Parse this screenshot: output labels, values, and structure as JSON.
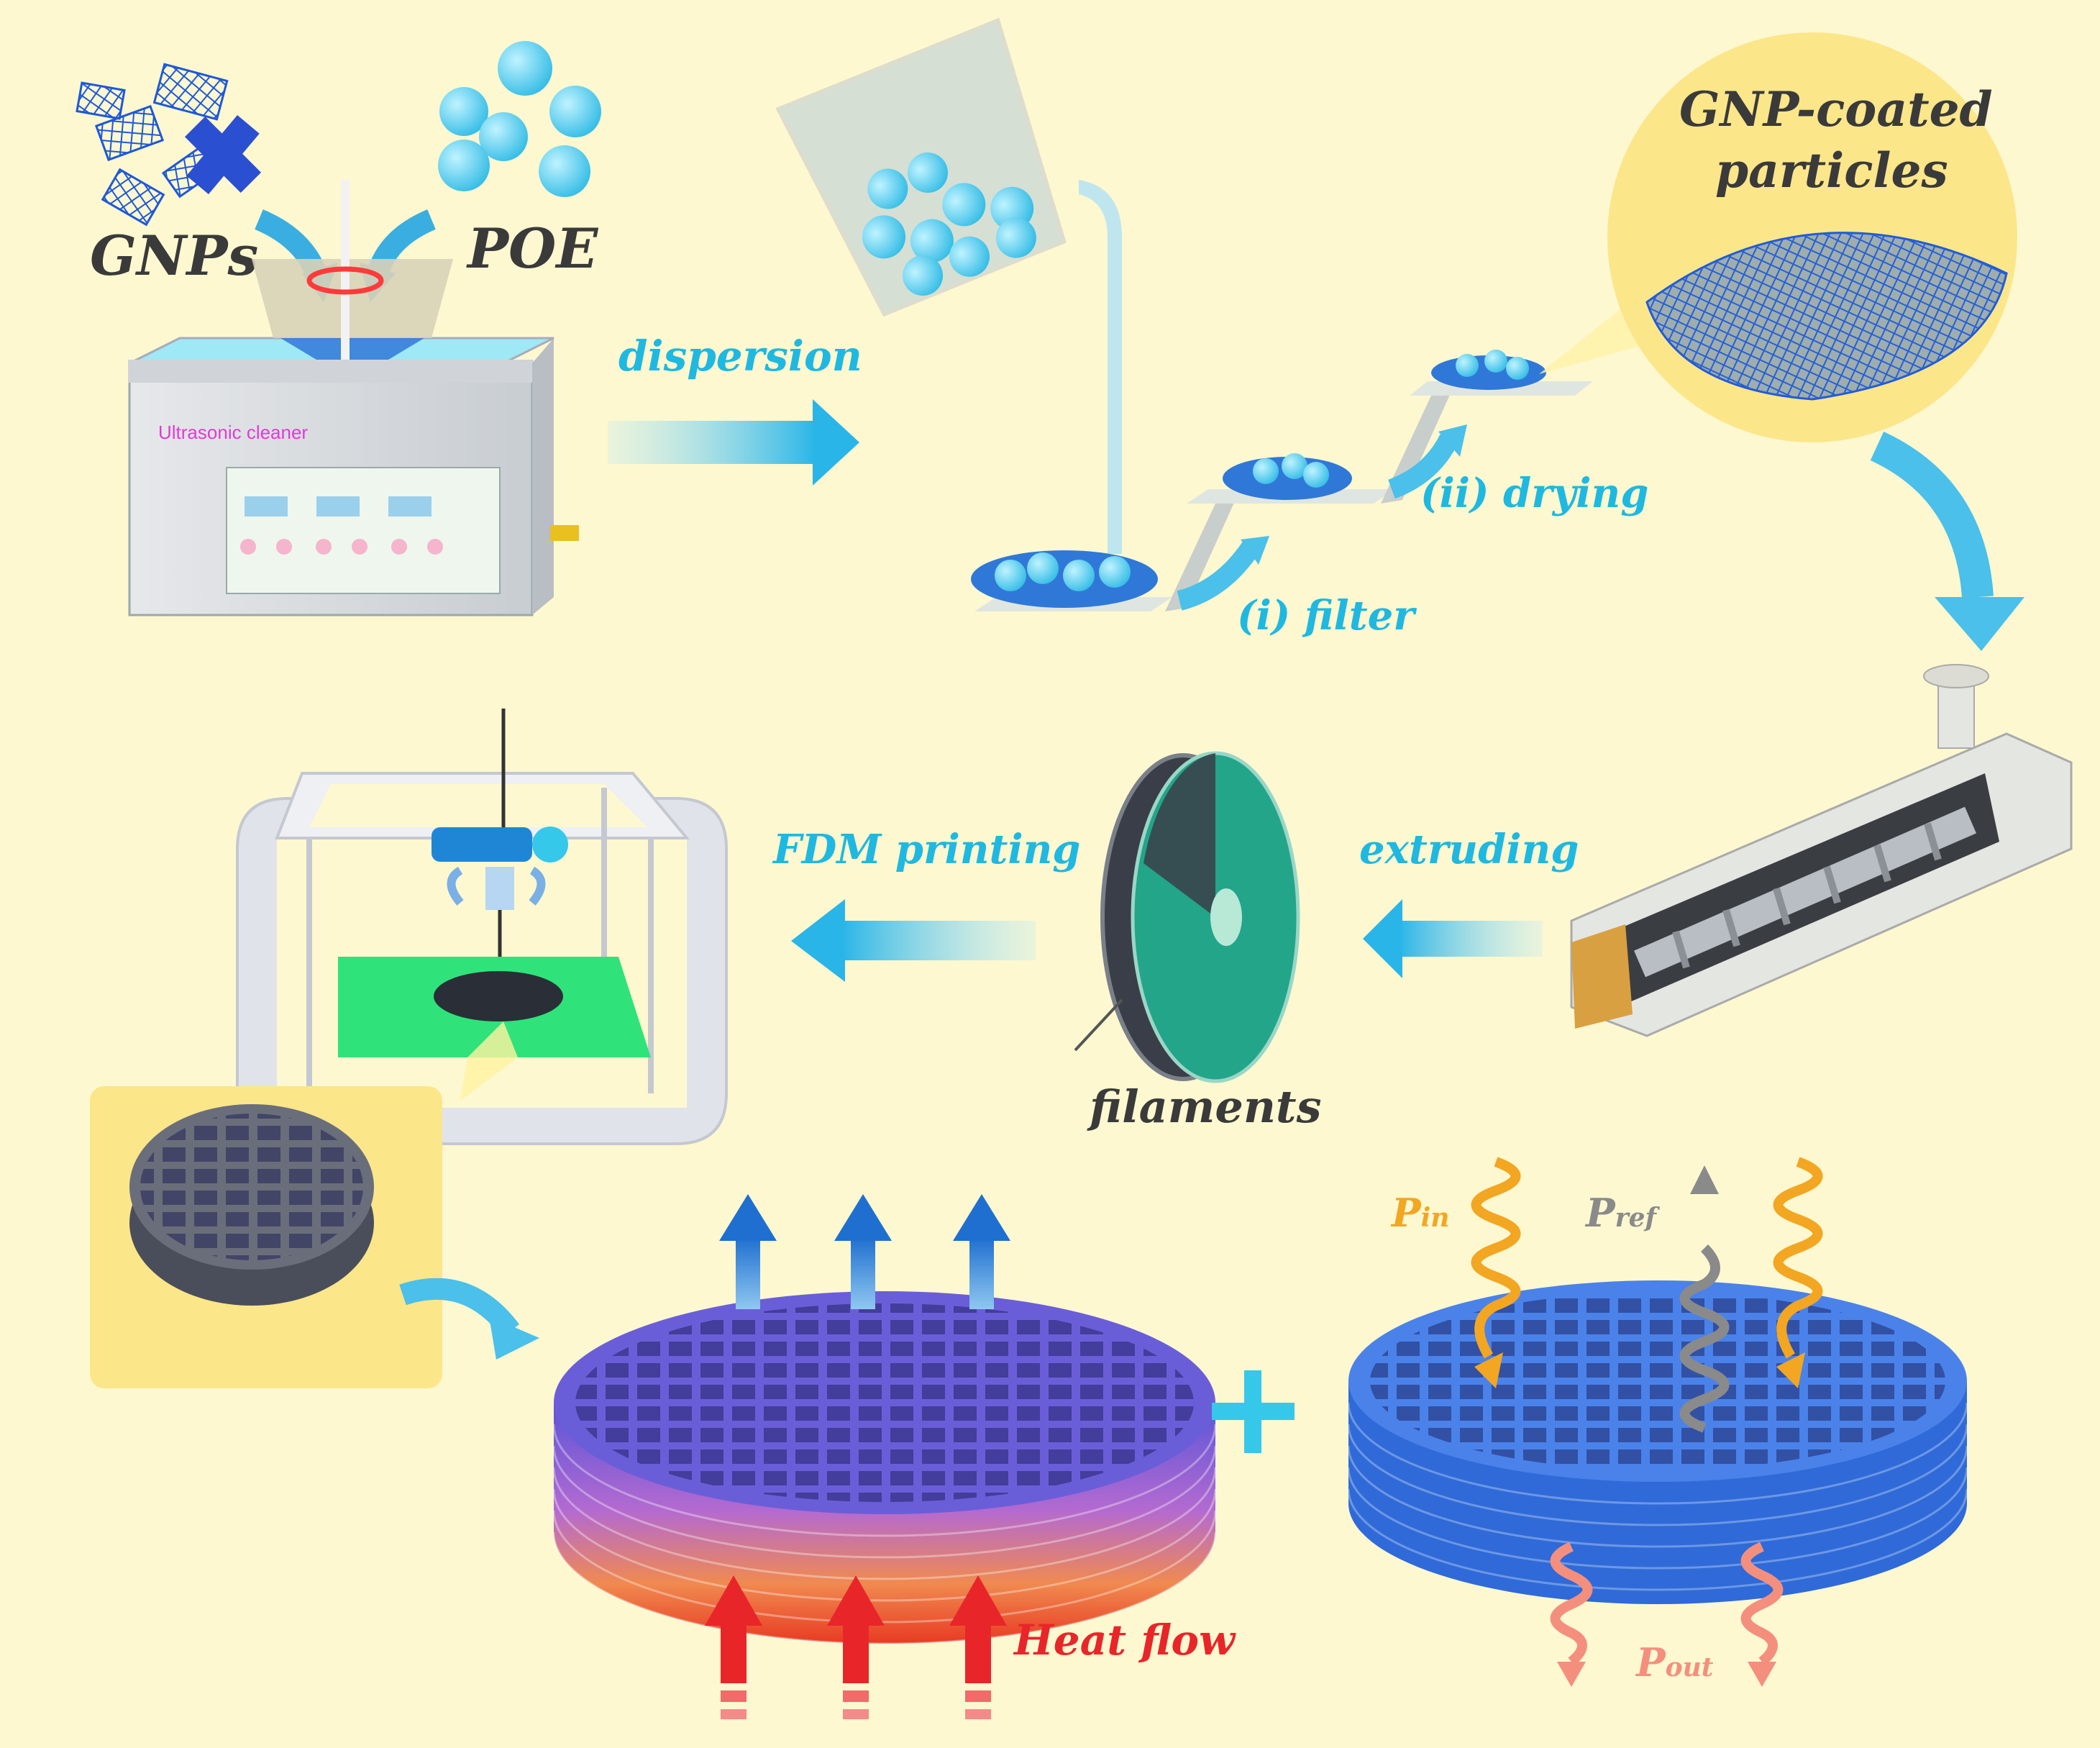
{
  "labels": {
    "gnps": "GNPs",
    "poe": "POE",
    "ultrasonic_cleaner": "Ultrasonic cleaner",
    "dispersion": "dispersion",
    "filter": "(i)  filter",
    "drying": "(ii)  drying",
    "gnp_coated_line1": "GNP-coated",
    "gnp_coated_line2": "particles",
    "extruding": "extruding",
    "filaments": "filaments",
    "fdm_printing": "FDM printing",
    "heat_flow": "Heat flow",
    "p_in": "P",
    "p_in_sub": "in",
    "p_ref": "P",
    "p_ref_sub": "ref",
    "p_out": "P",
    "p_out_sub": "out"
  },
  "colors": {
    "background": "#fdf8d0",
    "label_cyan": "#1fb8e0",
    "label_dark": "#3a3a3a",
    "heat_red": "#e8262a",
    "power_orange": "#f2a622",
    "ref_gray": "#8a8a8a",
    "out_pink": "#f48f7e",
    "flow_blue": "#1f86d6",
    "magenta_text": "#e23ad8"
  }
}
